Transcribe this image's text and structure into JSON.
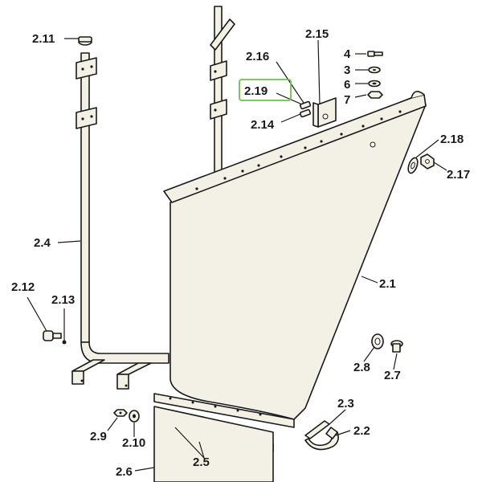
{
  "callouts": {
    "p2_11": "2.11",
    "p2_15": "2.15",
    "p2_16": "2.16",
    "p2_19": "2.19",
    "p2_14": "2.14",
    "p4": "4",
    "p3": "3",
    "p6": "6",
    "p7": "7",
    "p2_18": "2.18",
    "p2_17": "2.17",
    "p2_4": "2.4",
    "p2_1": "2.1",
    "p2_12": "2.12",
    "p2_13": "2.13",
    "p2_8": "2.8",
    "p2_7": "2.7",
    "p2_3": "2.3",
    "p2_2": "2.2",
    "p2_9": "2.9",
    "p2_10": "2.10",
    "p2_5": "2.5",
    "p2_6": "2.6"
  },
  "highlight": {
    "target": "2.19",
    "color": "#6cc24a"
  }
}
